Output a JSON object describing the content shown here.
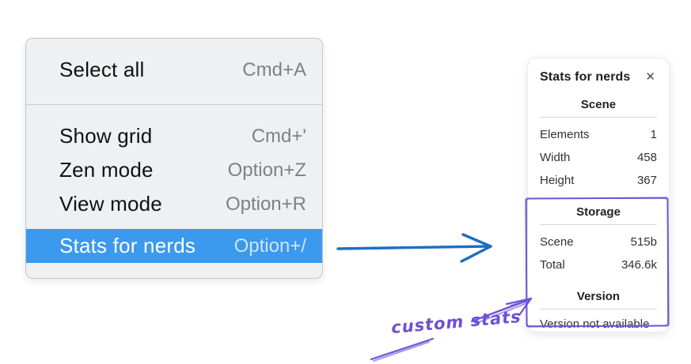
{
  "context_menu": {
    "items": [
      {
        "label": "Select all",
        "shortcut": "Cmd+A",
        "selected": false
      },
      {
        "label": "Show grid",
        "shortcut": "Cmd+'",
        "selected": false
      },
      {
        "label": "Zen mode",
        "shortcut": "Option+Z",
        "selected": false
      },
      {
        "label": "View mode",
        "shortcut": "Option+R",
        "selected": false
      },
      {
        "label": "Stats for nerds",
        "shortcut": "Option+/",
        "selected": true
      }
    ]
  },
  "stats_panel": {
    "title": "Stats for nerds",
    "close_glyph": "✕",
    "sections": [
      {
        "heading": "Scene",
        "rows": [
          {
            "label": "Elements",
            "value": "1"
          },
          {
            "label": "Width",
            "value": "458"
          },
          {
            "label": "Height",
            "value": "367"
          }
        ]
      },
      {
        "heading": "Storage",
        "rows": [
          {
            "label": "Scene",
            "value": "515b"
          },
          {
            "label": "Total",
            "value": "346.6k"
          }
        ]
      },
      {
        "heading": "Version",
        "note": "Version not available"
      }
    ]
  },
  "annotation": {
    "label": "custom stats"
  },
  "colors": {
    "menu_highlight": "#3b99ee",
    "flow_arrow_blue": "#1f6fc0",
    "annotation_purple": "#6c54d8",
    "menu_background": "#eff0f2",
    "panel_background": "#ffffff"
  }
}
